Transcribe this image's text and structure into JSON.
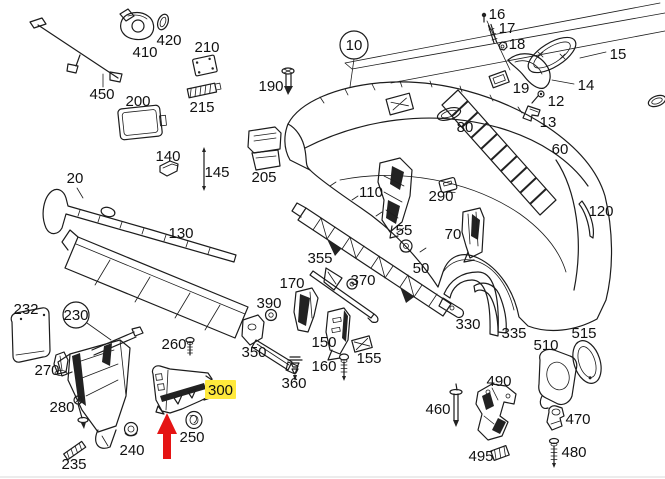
{
  "colors": {
    "background": "#ffffff",
    "line": "#1c1c1c",
    "highlight_bg": "#ffe93c",
    "highlight_text": "#111111",
    "arrow_red": "#e51414",
    "label_text": "#111111"
  },
  "diagram": {
    "labels": [
      {
        "num": "450"
      },
      {
        "num": "410"
      },
      {
        "num": "420"
      },
      {
        "num": "210"
      },
      {
        "num": "215"
      },
      {
        "num": "200"
      },
      {
        "num": "190"
      },
      {
        "num": "16"
      },
      {
        "num": "17"
      },
      {
        "num": "18"
      },
      {
        "num": "15"
      },
      {
        "num": "14"
      },
      {
        "num": "19"
      },
      {
        "num": "12"
      },
      {
        "num": "13"
      },
      {
        "num": "80"
      },
      {
        "num": "60"
      },
      {
        "num": "140"
      },
      {
        "num": "145"
      },
      {
        "num": "20"
      },
      {
        "num": "130"
      },
      {
        "num": "205"
      },
      {
        "num": "110"
      },
      {
        "num": "290"
      },
      {
        "num": "120"
      },
      {
        "num": "70"
      },
      {
        "num": "55"
      },
      {
        "num": "50"
      },
      {
        "num": "355"
      },
      {
        "num": "370"
      },
      {
        "num": "170"
      },
      {
        "num": "390"
      },
      {
        "num": "350"
      },
      {
        "num": "150"
      },
      {
        "num": "155"
      },
      {
        "num": "160"
      },
      {
        "num": "360"
      },
      {
        "num": "232"
      },
      {
        "num": "270"
      },
      {
        "num": "280"
      },
      {
        "num": "235"
      },
      {
        "num": "240"
      },
      {
        "num": "260"
      },
      {
        "num": "250"
      },
      {
        "num": "460"
      },
      {
        "num": "490"
      },
      {
        "num": "495"
      },
      {
        "num": "470"
      },
      {
        "num": "480"
      },
      {
        "num": "510"
      },
      {
        "num": "515"
      },
      {
        "num": "330"
      },
      {
        "num": "335"
      }
    ],
    "circled": [
      {
        "num": "10"
      },
      {
        "num": "230"
      }
    ],
    "highlight": {
      "num": "300"
    }
  }
}
